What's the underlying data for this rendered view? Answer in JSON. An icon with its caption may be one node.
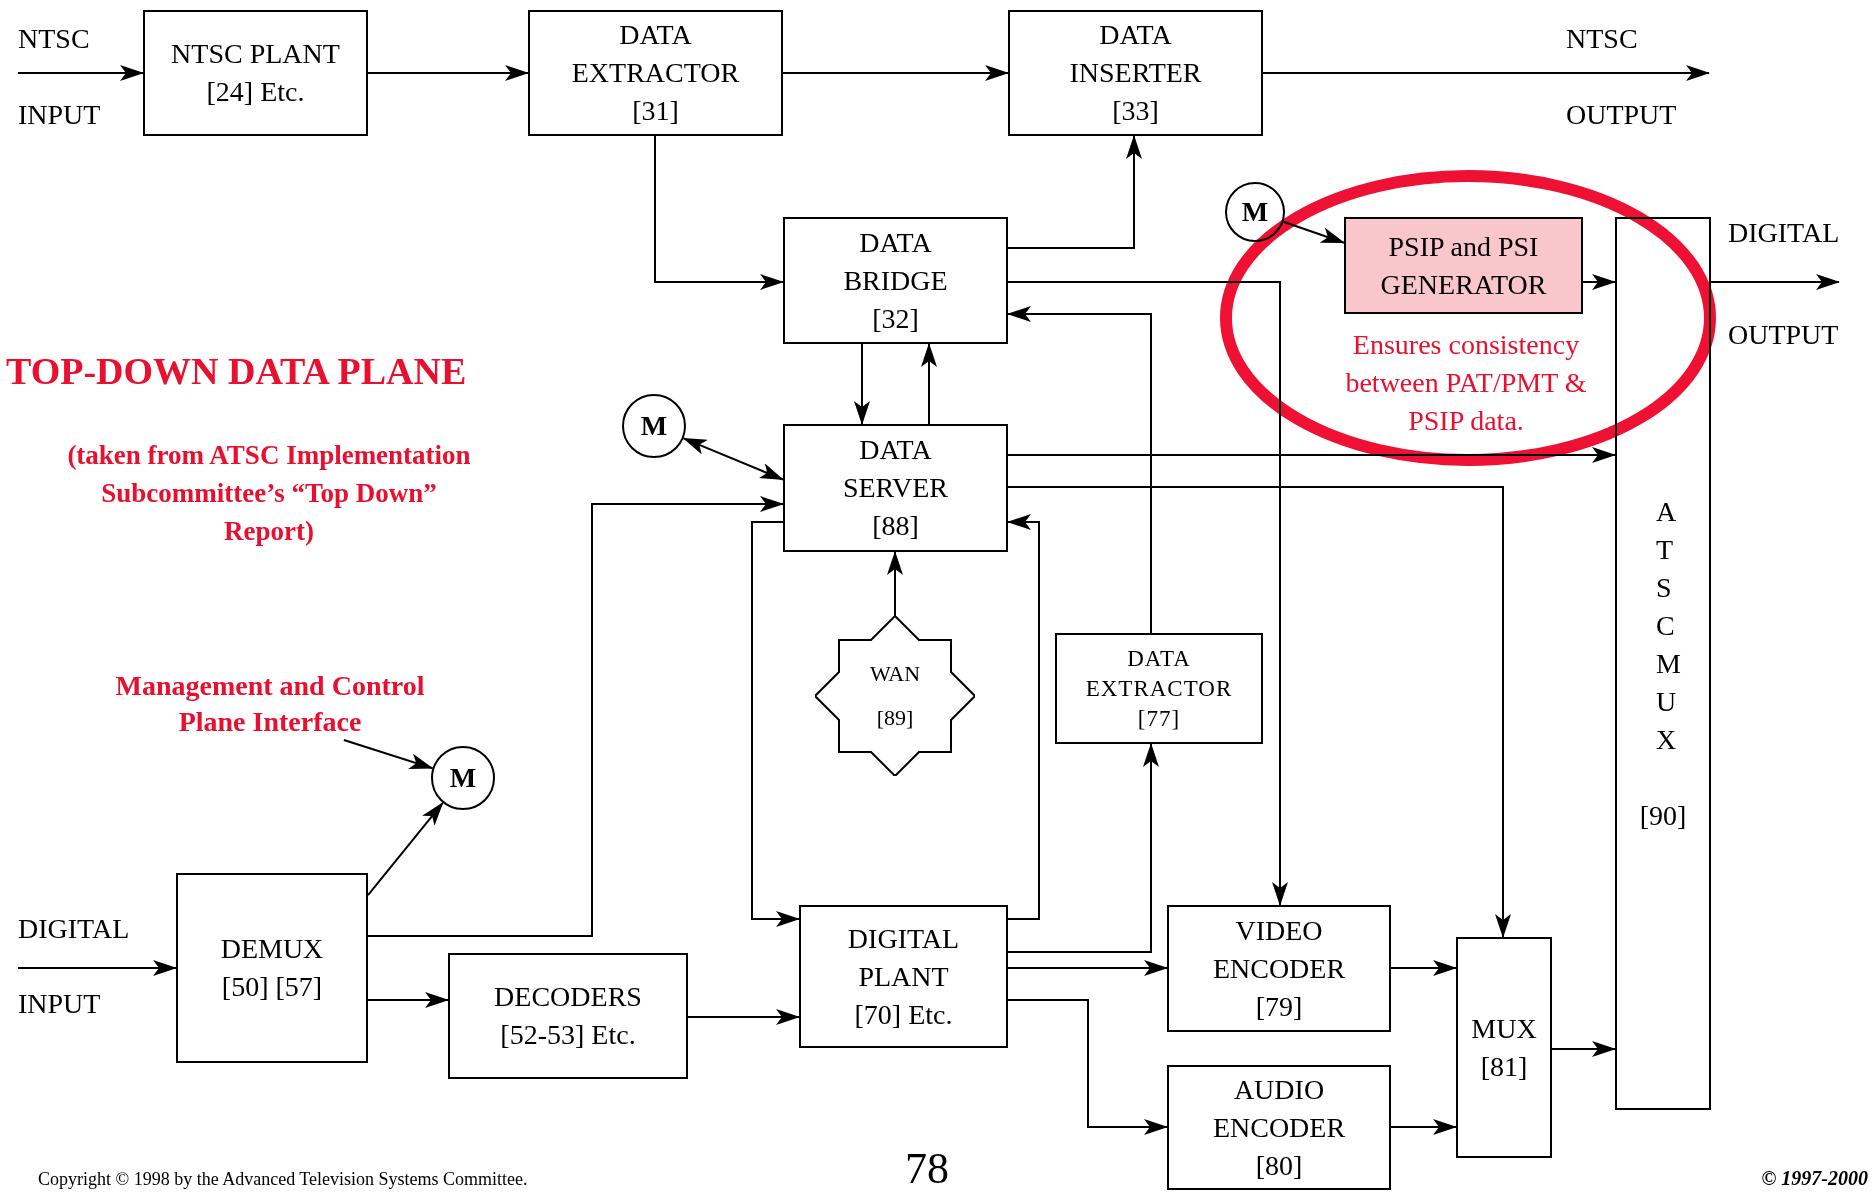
{
  "diagram": {
    "title": "TOP-DOWN DATA PLANE",
    "nodes": [
      {
        "text": [
          "NTSC PLANT",
          "[24] Etc."
        ]
      },
      {
        "text": [
          "DATA EXTRACTOR",
          "[31]"
        ]
      },
      {
        "text": [
          "DATA INSERTER",
          "[33]"
        ]
      },
      {
        "text": [
          "DATA BRIDGE",
          "[32]"
        ]
      },
      {
        "text": [
          "M"
        ]
      },
      {
        "text": [
          "PSIP and PSI GENERATOR"
        ],
        "beside": [
          "Ensures consistency between PAT/PMT & PSIP data."
        ]
      },
      {
        "text": [
          "ATSC MUX",
          "[90]"
        ]
      },
      {
        "text": [
          "M"
        ]
      },
      {
        "text": [
          "DATA SERVER",
          "[88]"
        ]
      },
      {
        "text": [
          "WAN",
          "[89]"
        ]
      },
      {
        "text": [
          "DATA EXTRACTOR",
          "[77]"
        ]
      },
      {
        "text": [
          "M"
        ]
      },
      {
        "text": [
          "DEMUX [50] [57]"
        ]
      },
      {
        "text": [
          "DECODERS",
          "[52-53] Etc."
        ]
      },
      {
        "text": [
          "DIGITAL PLANT",
          "[70] Etc."
        ]
      },
      {
        "text": [
          "VIDEO ENCODER",
          "[79]"
        ]
      },
      {
        "text": [
          "AUDIO ENCODER",
          "[80]"
        ]
      },
      {
        "text": [
          "MUX",
          "[81]"
        ]
      },
      {
        "text": [
          "Management and Control Plane Interface"
        ]
      }
    ],
    "edges": [
      {
        "from": null,
        "to": 0,
        "arrow": "to"
      },
      {
        "from": 0,
        "to": 1,
        "arrow": "to"
      },
      {
        "from": 1,
        "to": 2,
        "arrow": "to"
      },
      {
        "from": 2,
        "to": null,
        "arrow": "to"
      },
      {
        "from": 1,
        "to": 3,
        "arrow": "to"
      },
      {
        "from": 3,
        "to": 2,
        "arrow": "to"
      },
      {
        "from": 3,
        "to": 15,
        "arrow": "to"
      },
      {
        "from": 3,
        "to": 8,
        "arrow": "to"
      },
      {
        "from": 8,
        "to": 3,
        "arrow": "to"
      },
      {
        "from": 10,
        "to": 3,
        "arrow": "to"
      },
      {
        "from": 4,
        "to": 5,
        "arrow": "to"
      },
      {
        "from": 5,
        "to": 6,
        "arrow": "to"
      },
      {
        "from": 6,
        "to": null,
        "arrow": "to"
      },
      {
        "from": 7,
        "to": 8,
        "arrow": "both"
      },
      {
        "from": 8,
        "to": 6,
        "arrow": "to"
      },
      {
        "from": 8,
        "to": 17,
        "arrow": "to"
      },
      {
        "from": 12,
        "to": 8,
        "arrow": "to"
      },
      {
        "from": 8,
        "to": 14,
        "arrow": "to"
      },
      {
        "from": 14,
        "to": 8,
        "arrow": "to"
      },
      {
        "from": 9,
        "to": 8,
        "arrow": "to"
      },
      {
        "from": null,
        "to": 12,
        "arrow": "to"
      },
      {
        "from": 12,
        "to": 11,
        "arrow": "to"
      },
      {
        "from": 12,
        "to": 13,
        "arrow": "to"
      },
      {
        "from": 13,
        "to": 14,
        "arrow": "to"
      },
      {
        "from": 14,
        "to": 10,
        "arrow": "to"
      },
      {
        "from": 14,
        "to": 15,
        "arrow": "to"
      },
      {
        "from": 14,
        "to": 16,
        "arrow": "to"
      },
      {
        "from": 15,
        "to": 17,
        "arrow": "to"
      },
      {
        "from": 16,
        "to": 17,
        "arrow": "to"
      },
      {
        "from": 17,
        "to": 6,
        "arrow": "to"
      },
      {
        "from": 18,
        "to": 11,
        "arrow": "to"
      }
    ],
    "labels": [
      "NTSC",
      "INPUT",
      "NTSC",
      "OUTPUT",
      "DIGITAL",
      "OUTPUT",
      "(taken from ATSC Implementation Subcommittee’s “Top Down” Report)",
      "DIGITAL",
      "INPUT",
      "Copyright © 1998 by the Advanced Television Systems Committee.",
      "78",
      "© 1997-2000"
    ]
  }
}
